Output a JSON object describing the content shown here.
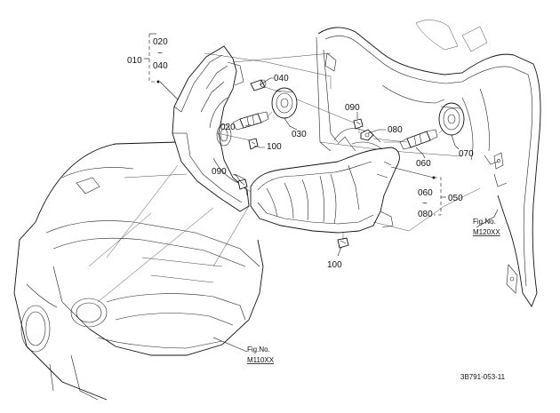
{
  "labels": {
    "p010": "010",
    "p020": "020",
    "p020_tilde": "~",
    "p040a": "040",
    "p040": "040",
    "p020b": "020",
    "p030": "030",
    "p100a": "100",
    "p090a": "090",
    "p090b": "090",
    "p080": "080",
    "p060": "060",
    "p070": "070",
    "p050": "050",
    "p060b": "060",
    "p050_tilde": "~",
    "p080b": "080",
    "p100b": "100"
  },
  "figure_refs": {
    "right_fig": "Fig.No.",
    "right_model": "M120XX",
    "left_fig": "Fig.No.",
    "left_model": "M110XX"
  },
  "drawing_number": "3B791-053-11"
}
